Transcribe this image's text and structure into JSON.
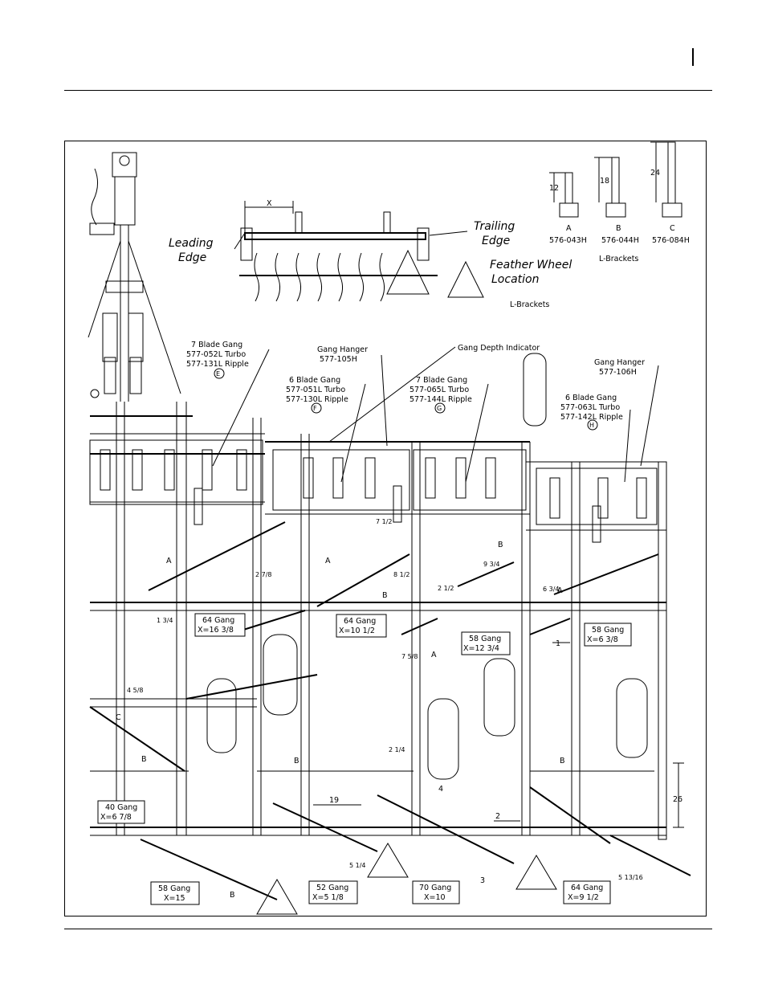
{
  "header": {
    "marker": ""
  },
  "inset": {
    "x_dim": "X",
    "leading_edge_1": "Leading",
    "leading_edge_2": "Edge",
    "trailing_edge_1": "Trailing",
    "trailing_edge_2": "Edge",
    "feather_1": "Feather Wheel",
    "feather_2": "Location",
    "lbrackets_bottom": "L-Brackets"
  },
  "brackets": {
    "a": {
      "letter": "A",
      "dim": "12",
      "part": "576-043H"
    },
    "b": {
      "letter": "B",
      "dim": "18",
      "part": "576-044H"
    },
    "c": {
      "letter": "C",
      "dim": "24",
      "part": "576-084H"
    },
    "caption": "L-Brackets"
  },
  "callouts": {
    "e": {
      "l1": "7 Blade Gang",
      "l2": "577-052L Turbo",
      "l3": "577-131L Ripple",
      "circle": "E"
    },
    "f": {
      "l1": "6 Blade Gang",
      "l2": "577-051L Turbo",
      "l3": "577-130L Ripple",
      "circle": "F"
    },
    "g": {
      "l1": "7 Blade Gang",
      "l2": "577-065L Turbo",
      "l3": "577-144L Ripple",
      "circle": "G"
    },
    "h": {
      "l1": "6 Blade Gang",
      "l2": "577-063L Turbo",
      "l3": "577-142L Ripple",
      "circle": "H"
    },
    "hanger1": {
      "l1": "Gang Hanger",
      "l2": "577-105H"
    },
    "hanger2": {
      "l1": "Gang Hanger",
      "l2": "577-106H"
    },
    "depth": "Gang Depth Indicator"
  },
  "gangs": {
    "g1": {
      "name": "64 Gang",
      "x": "X=16 3/8"
    },
    "g2": {
      "name": "64 Gang",
      "x": "X=10 1/2"
    },
    "g3": {
      "name": "58 Gang",
      "x": "X=12 3/4"
    },
    "g4": {
      "name": "58 Gang",
      "x": "X=6 3/8"
    },
    "g5": {
      "name": "40 Gang",
      "x": "X=6 7/8"
    },
    "g6": {
      "name": "58 Gang",
      "x": "X=15"
    },
    "g7": {
      "name": "52 Gang",
      "x": "X=5 1/8"
    },
    "g8": {
      "name": "70 Gang",
      "x": "X=10"
    },
    "g9": {
      "name": "64 Gang",
      "x": "X=9 1/2"
    }
  },
  "dims": {
    "d19": "19",
    "d26": "26",
    "d4": "4",
    "d2": "2",
    "d1": "1",
    "d3": "3",
    "bA": "A",
    "bB": "B",
    "bC": "C"
  },
  "fractions": {
    "f1": "4 5/8",
    "f2": "2 7/8",
    "f3": "7 1/2",
    "f4": "8 1/2",
    "f5": "9 3/4",
    "f6": "2 1/2",
    "f7": "6 3/4",
    "f8": "1 3/4",
    "f9": "7 5/8",
    "f10": "2 1/4",
    "f11": "5 1/4",
    "f12": "5 13/16"
  }
}
